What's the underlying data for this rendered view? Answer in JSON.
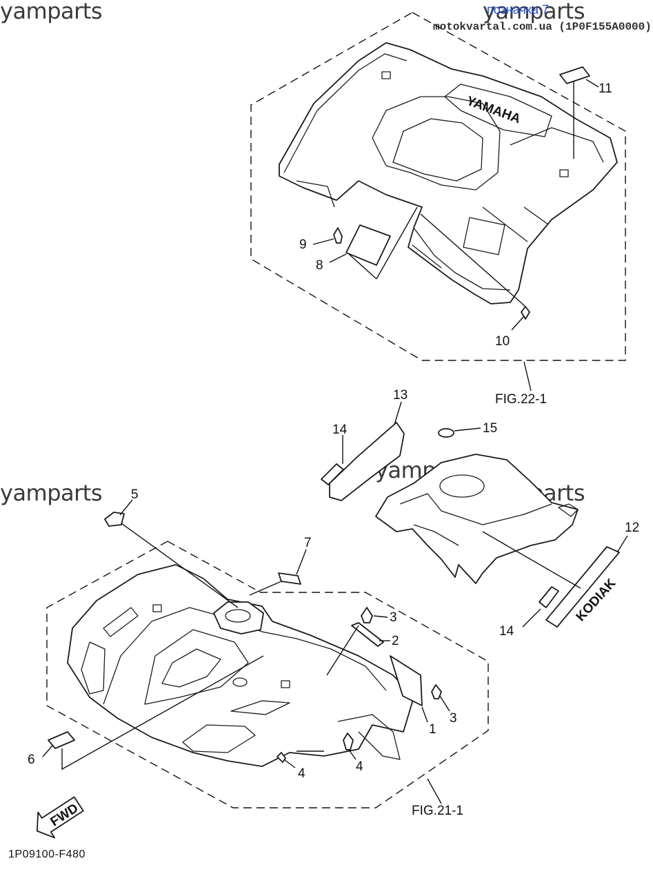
{
  "watermarks": [
    "yamparts",
    "yamparts",
    "yamparts",
    "yamparts",
    "yamparts"
  ],
  "header": {
    "link_text": "позначка 7",
    "source": "motokvartal.com.ua (1P0F155A0000)"
  },
  "callouts": {
    "n1": "1",
    "n2": "2",
    "n3a": "3",
    "n3b": "3",
    "n4a": "4",
    "n4b": "4",
    "n5": "5",
    "n6": "6",
    "n7": "7",
    "n8": "8",
    "n9": "9",
    "n10": "10",
    "n11": "11",
    "n12": "12",
    "n13": "13",
    "n14a": "14",
    "n14b": "14",
    "n15": "15"
  },
  "figures": {
    "rear": "FIG.22-1",
    "front": "FIG.21-1"
  },
  "fwd_label": "FWD",
  "footer_code": "1P09100-F480"
}
